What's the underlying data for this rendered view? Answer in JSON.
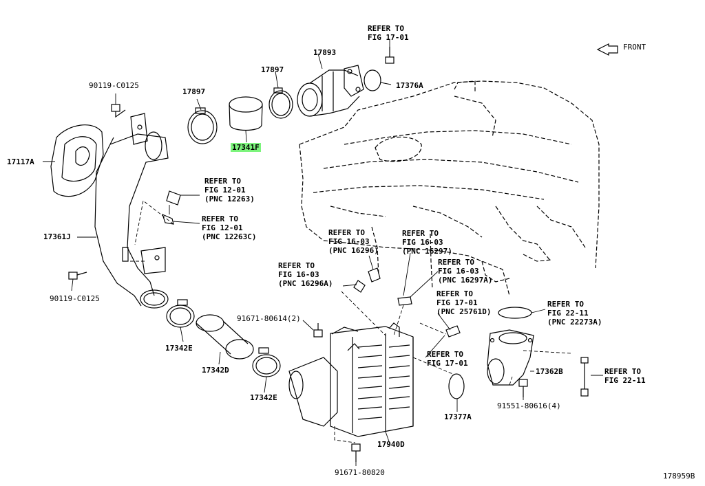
{
  "figure_id": "178959B",
  "front": "FRONT",
  "highlight_color": "#7CF47C",
  "parts": {
    "p17893": "17893",
    "p17897a": "17897",
    "p17897b": "17897",
    "p17376A": "17376A",
    "p17341F": "17341F",
    "p17117A": "17117A",
    "p17361J": "17361J",
    "p90119_top": "90119-C0125",
    "p90119_bot": "90119-C0125",
    "p17342E_a": "17342E",
    "p17342D": "17342D",
    "p17342E_b": "17342E",
    "p91671_a": "91671-80614(2)",
    "p91671_b": "91671-80820",
    "p17940D": "17940D",
    "p17377A": "17377A",
    "p17362B": "17362B",
    "p91551": "91551-80616(4)"
  },
  "refs": {
    "r1701_top": [
      "REFER TO",
      "FIG 17-01"
    ],
    "r1201_a": [
      "REFER TO",
      "FIG 12-01",
      "(PNC 12263)"
    ],
    "r1201_b": [
      "REFER TO",
      "FIG 12-01",
      "(PNC 12263C)"
    ],
    "r1603_a": [
      "REFER TO",
      "FIG 16-03",
      "(PNC 16296)"
    ],
    "r1603_b": [
      "REFER TO",
      "FIG 16-03",
      "(PNC 16297)"
    ],
    "r1603_c": [
      "REFER TO",
      "FIG 16-03",
      "(PNC 16296A)"
    ],
    "r1603_d": [
      "REFER TO",
      "FIG 16-03",
      "(PNC 16297A)"
    ],
    "r1701_mid": [
      "REFER TO",
      "FIG 17-01",
      "(PNC 25761D)"
    ],
    "r2211_a": [
      "REFER TO",
      "FIG 22-11",
      "(PNC 22273A)"
    ],
    "r1701_low": [
      "REFER TO",
      "FIG 17-01"
    ],
    "r2211_b": [
      "REFER TO",
      "FIG 22-11"
    ]
  }
}
